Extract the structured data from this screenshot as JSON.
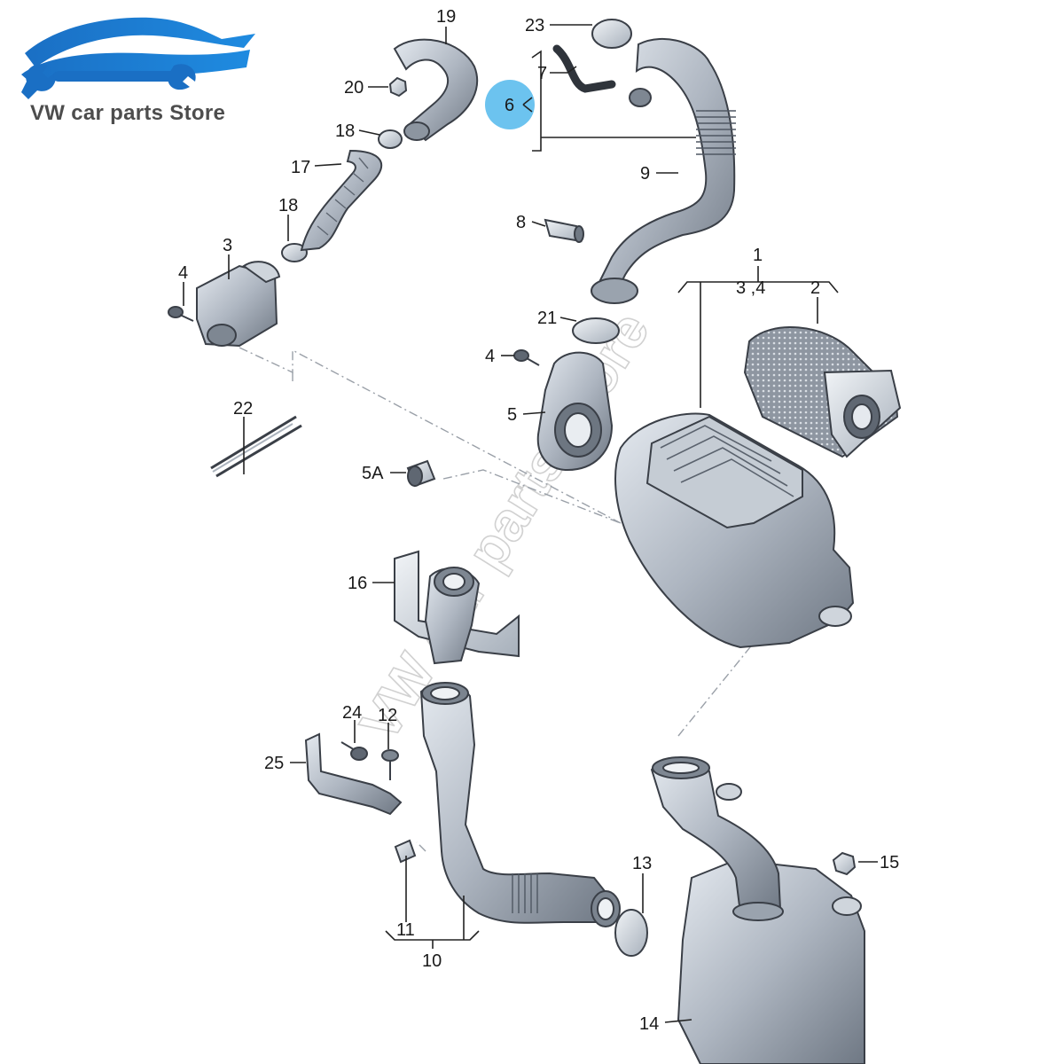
{
  "brand": {
    "store_name": "VW car parts Store",
    "accent_color": "#1a6fc4",
    "logo_icon": "car-wrench-logo"
  },
  "diagram": {
    "watermark": "VW car parts Store",
    "highlight_color": "#6cc3ef",
    "highlighted_part": "6",
    "callouts": {
      "c1": "1",
      "c2": "2",
      "c3": "3",
      "c3_4": "3 ,4",
      "c4a": "4",
      "c4b": "4",
      "c5": "5",
      "c5a": "5A",
      "c6": "6",
      "c7": "7",
      "c8": "8",
      "c9": "9",
      "c10": "10",
      "c11": "11",
      "c12": "12",
      "c13": "13",
      "c14": "14",
      "c15": "15",
      "c16": "16",
      "c17": "17",
      "c18a": "18",
      "c18b": "18",
      "c19": "19",
      "c20": "20",
      "c21": "21",
      "c22": "22",
      "c23": "23",
      "c24": "24",
      "c25": "25"
    }
  }
}
